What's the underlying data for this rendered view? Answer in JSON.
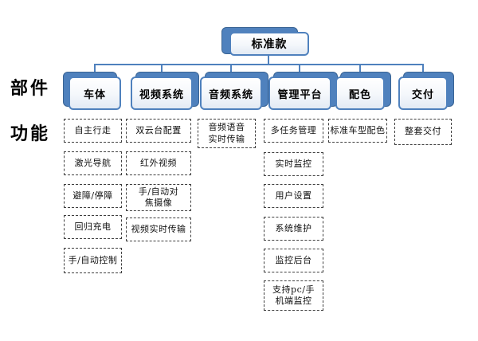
{
  "colors": {
    "accent": "#4F81BD",
    "node_fill_top": "#ffffff",
    "node_fill_bottom": "#e2eaf4",
    "dashed_border": "#3f3f3f",
    "text": "#000000"
  },
  "root": {
    "label": "标准款"
  },
  "row_labels": {
    "parts": "部件",
    "functions": "功能"
  },
  "categories": [
    {
      "label": "车体",
      "features": [
        "自主行走",
        "激光导航",
        "避障/停障",
        "回归充电",
        "手/自动控制"
      ]
    },
    {
      "label": "视频系统",
      "features": [
        "双云台配置",
        "红外视频",
        "手/自动对焦摄像",
        "视频实时传输"
      ]
    },
    {
      "label": "音频系统",
      "features": [
        "音频语音实时传输"
      ]
    },
    {
      "label": "管理平台",
      "features": [
        "多任务管理",
        "实时监控",
        "用户设置",
        "系统维护",
        "监控后台",
        "支持pc/手机端监控"
      ]
    },
    {
      "label": "配色",
      "features": [
        "标准车型配色"
      ]
    },
    {
      "label": "交付",
      "features": [
        "整套交付"
      ]
    }
  ]
}
